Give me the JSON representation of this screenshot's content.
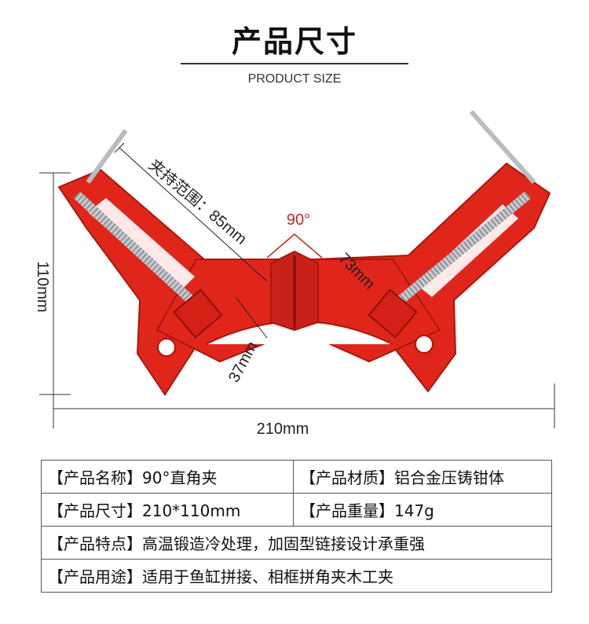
{
  "header": {
    "title": "产品尺寸",
    "subtitle": "PRODUCT SIZE"
  },
  "diagram": {
    "clamp_range_label": "夹持范围：85mm",
    "angle_label": "90°",
    "inner_length_label": "73mm",
    "throat_depth_label": "37mm",
    "height_label": "110mm",
    "width_label": "210mm",
    "colors": {
      "body": "#e0261b",
      "body_dark": "#a8160e",
      "screw": "#c9ccd0"
    }
  },
  "specs": {
    "name": {
      "label": "【产品名称】",
      "value": "90°直角夹"
    },
    "material": {
      "label": "【产品材质】",
      "value": "铝合金压铸钳体"
    },
    "size": {
      "label": "【产品尺寸】",
      "value": "210*110mm"
    },
    "weight": {
      "label": "【产品重量】",
      "value": "147g"
    },
    "features": {
      "label": "【产品特点】",
      "value": "高温锻造冷处理，加固型链接设计承重强"
    },
    "usage": {
      "label": "【产品用途】",
      "value": "适用于鱼缸拼接、相框拼角夹木工夹"
    }
  }
}
